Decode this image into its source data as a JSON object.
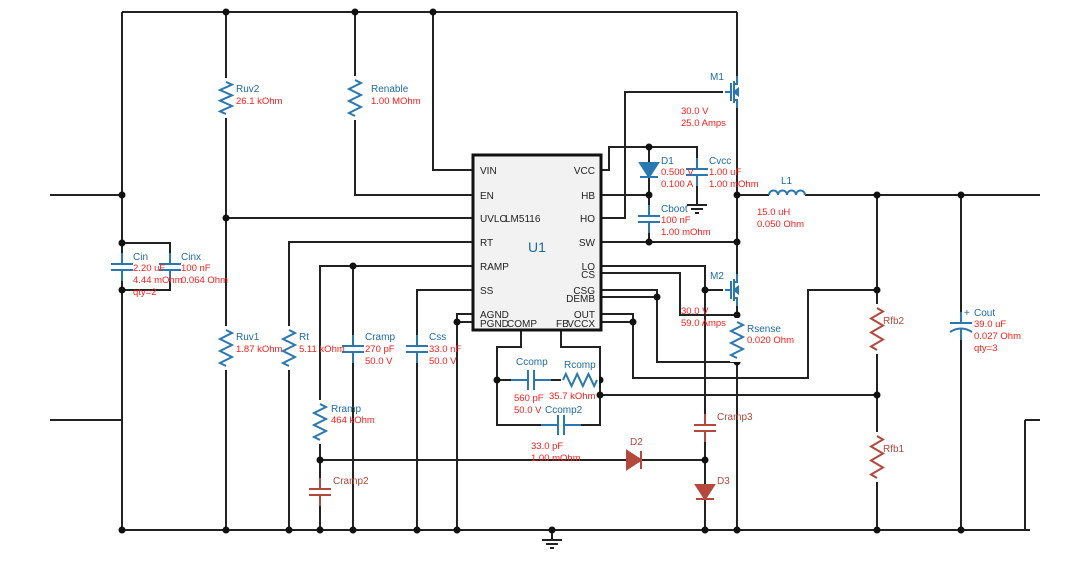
{
  "colors": {
    "wire": "#222222",
    "component": "#2a78b0",
    "value_text": "#ff1a1a",
    "highlight": "#b5483c",
    "ic_fill": "#f2f2f2"
  },
  "ic": {
    "ref": "U1",
    "part": "LM5116",
    "left_pins": [
      "VIN",
      "EN",
      "UVLO",
      "RT",
      "RAMP",
      "SS",
      "AGND",
      "PGND"
    ],
    "right_pins": [
      "VCC",
      "HB",
      "HO",
      "SW",
      "LO",
      "CS",
      "CSG",
      "DEMB",
      "OUT",
      "VCCX"
    ],
    "bottom_pins": [
      "COMP",
      "FB"
    ]
  },
  "components": {
    "ruv2": {
      "ref": "Ruv2",
      "values": [
        "26.1 kOhm"
      ]
    },
    "renable": {
      "ref": "Renable",
      "values": [
        "1.00 MOhm"
      ]
    },
    "cin": {
      "ref": "Cin",
      "values": [
        "2.20 uF",
        "4.44 mOhm",
        "qty=2"
      ]
    },
    "cinx": {
      "ref": "Cinx",
      "values": [
        "100 nF",
        "0.064 Ohm"
      ]
    },
    "ruv1": {
      "ref": "Ruv1",
      "values": [
        "1.87 kOhm"
      ]
    },
    "rt": {
      "ref": "Rt",
      "values": [
        "5.11 kOhm"
      ]
    },
    "cramp": {
      "ref": "Cramp",
      "values": [
        "270 pF",
        "50.0 V"
      ]
    },
    "css": {
      "ref": "Css",
      "values": [
        "33.0 nF",
        "50.0 V"
      ]
    },
    "rramp": {
      "ref": "Rramp",
      "values": [
        "464 kOhm"
      ]
    },
    "cramp2": {
      "ref": "Cramp2",
      "values": []
    },
    "ccomp": {
      "ref": "Ccomp",
      "values": [
        "560 pF",
        "50.0 V"
      ]
    },
    "rcomp": {
      "ref": "Rcomp",
      "values": [
        "35.7 kOhm"
      ]
    },
    "ccomp2": {
      "ref": "Ccomp2",
      "values": [
        "33.0 pF",
        "1.00 mOhm"
      ]
    },
    "d2": {
      "ref": "D2",
      "values": []
    },
    "d3": {
      "ref": "D3",
      "values": []
    },
    "cramp3": {
      "ref": "Cramp3",
      "values": []
    },
    "m1": {
      "ref": "M1",
      "values": [
        "30.0 V",
        "25.0 Amps"
      ]
    },
    "m2": {
      "ref": "M2",
      "values": [
        "30.0 V",
        "59.0 Amps"
      ]
    },
    "d1": {
      "ref": "D1",
      "values": [
        "0.500 V",
        "0.100 A"
      ]
    },
    "cvcc": {
      "ref": "Cvcc",
      "values": [
        "1.00 uF",
        "1.00 mOhm"
      ]
    },
    "cboot": {
      "ref": "Cboot",
      "values": [
        "100 nF",
        "1.00 mOhm"
      ]
    },
    "l1": {
      "ref": "L1",
      "values": [
        "15.0 uH",
        "0.050 Ohm"
      ]
    },
    "rsense": {
      "ref": "Rsense",
      "values": [
        "0.020 Ohm"
      ]
    },
    "rfb2": {
      "ref": "Rfb2",
      "values": []
    },
    "rfb1": {
      "ref": "Rfb1",
      "values": []
    },
    "cout": {
      "ref": "Cout",
      "polarity": "+",
      "values": [
        "39.0 uF",
        "0.027 Ohm",
        "qty=3"
      ]
    }
  }
}
